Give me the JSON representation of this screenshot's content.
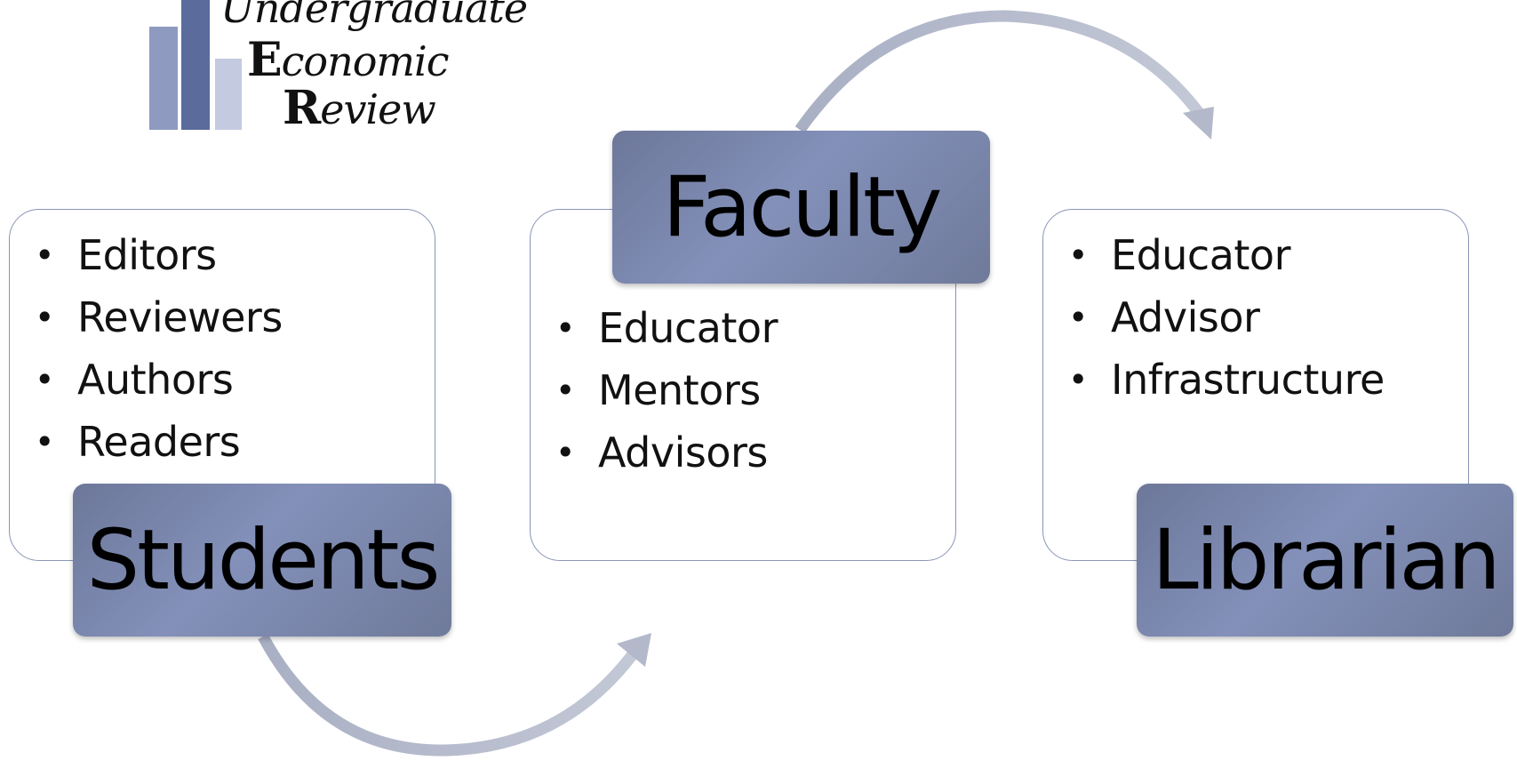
{
  "logo": {
    "line1": "Undergraduate",
    "line2_cap": "E",
    "line2_rest": "conomic",
    "line3_cap": "R",
    "line3_rest": "eview",
    "bar_colors": [
      "#8e9ac0",
      "#5a6b9c",
      "#c4cadf"
    ]
  },
  "colors": {
    "title_fill": "#7a86ab",
    "card_border": "#8a95b6",
    "arrow": "#b8bdcd"
  },
  "groups": [
    {
      "title": "Students",
      "items": [
        "Editors",
        "Reviewers",
        "Authors",
        "Readers"
      ]
    },
    {
      "title": "Faculty",
      "items": [
        "Educator",
        "Mentors",
        "Advisors"
      ]
    },
    {
      "title": "Librarian",
      "items": [
        "Educator",
        "Advisor",
        "Infrastructure"
      ]
    }
  ]
}
